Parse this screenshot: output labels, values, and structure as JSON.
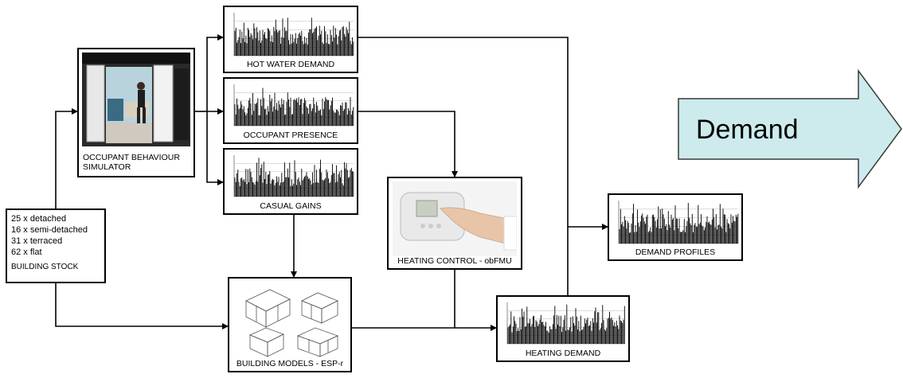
{
  "nodes": {
    "hot_water": "HOT WATER DEMAND",
    "occupant_presence": "OCCUPANT PRESENCE",
    "casual_gains": "CASUAL GAINS",
    "occupant_sim": [
      "OCCUPANT BEHAVIOUR",
      "SIMULATOR"
    ],
    "building_stock": {
      "lines": [
        "25 x detached",
        "16 x semi-detached",
        "31 x terraced",
        "62 x flat"
      ],
      "title": "BUILDING STOCK"
    },
    "building_models": "BUILDING MODELS - ESP-r",
    "heating_control": "HEATING CONTROL - obFMU",
    "heating_demand": "HEATING DEMAND",
    "demand_profiles": "DEMAND PROFILES"
  },
  "big_arrow": {
    "label": "Demand",
    "color": "#cdebed"
  }
}
